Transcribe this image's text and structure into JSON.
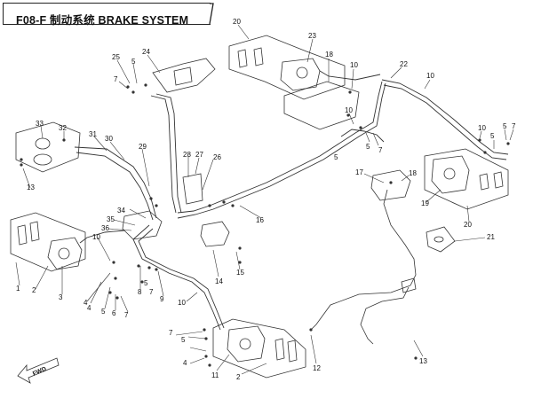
{
  "title": "F08-F 制动系统 BRAKE SYSTEM",
  "direction_label": "FWD",
  "callouts": [
    {
      "id": "c20a",
      "text": "20"
    },
    {
      "id": "c23",
      "text": "23"
    },
    {
      "id": "c18a",
      "text": "18"
    },
    {
      "id": "c10a",
      "text": "10"
    },
    {
      "id": "c22",
      "text": "22"
    },
    {
      "id": "c10b",
      "text": "10"
    },
    {
      "id": "c10c",
      "text": "10"
    },
    {
      "id": "c5a",
      "text": "5"
    },
    {
      "id": "c7a",
      "text": "7"
    },
    {
      "id": "c5b",
      "text": "5"
    },
    {
      "id": "c10d",
      "text": "10"
    },
    {
      "id": "c5c",
      "text": "5"
    },
    {
      "id": "c5d",
      "text": "5"
    },
    {
      "id": "c7b",
      "text": "7"
    },
    {
      "id": "c24",
      "text": "24"
    },
    {
      "id": "c25",
      "text": "25"
    },
    {
      "id": "c5e",
      "text": "5"
    },
    {
      "id": "c7c",
      "text": "7"
    },
    {
      "id": "c33",
      "text": "33"
    },
    {
      "id": "c32",
      "text": "32"
    },
    {
      "id": "c31",
      "text": "31"
    },
    {
      "id": "c30",
      "text": "30"
    },
    {
      "id": "c29",
      "text": "29"
    },
    {
      "id": "c13a",
      "text": "13"
    },
    {
      "id": "c28",
      "text": "28"
    },
    {
      "id": "c27",
      "text": "27"
    },
    {
      "id": "c26",
      "text": "26"
    },
    {
      "id": "c17",
      "text": "17"
    },
    {
      "id": "c18b",
      "text": "18"
    },
    {
      "id": "c19",
      "text": "19"
    },
    {
      "id": "c20b",
      "text": "20"
    },
    {
      "id": "c34",
      "text": "34"
    },
    {
      "id": "c35",
      "text": "35"
    },
    {
      "id": "c36",
      "text": "36"
    },
    {
      "id": "c16",
      "text": "16"
    },
    {
      "id": "c21",
      "text": "21"
    },
    {
      "id": "c10e",
      "text": "10"
    },
    {
      "id": "c4a",
      "text": "4"
    },
    {
      "id": "c8",
      "text": "8"
    },
    {
      "id": "c9",
      "text": "9"
    },
    {
      "id": "c14",
      "text": "14"
    },
    {
      "id": "c15",
      "text": "15"
    },
    {
      "id": "c1",
      "text": "1"
    },
    {
      "id": "c2a",
      "text": "2"
    },
    {
      "id": "c3",
      "text": "3"
    },
    {
      "id": "c4b",
      "text": "4"
    },
    {
      "id": "c5f",
      "text": "5"
    },
    {
      "id": "c6",
      "text": "6"
    },
    {
      "id": "c7d",
      "text": "7"
    },
    {
      "id": "c5g",
      "text": "5"
    },
    {
      "id": "c7e",
      "text": "7"
    },
    {
      "id": "c10f",
      "text": "10"
    },
    {
      "id": "c7f",
      "text": "7"
    },
    {
      "id": "c5h",
      "text": "5"
    },
    {
      "id": "c4c",
      "text": "4"
    },
    {
      "id": "c11",
      "text": "11"
    },
    {
      "id": "c2b",
      "text": "2"
    },
    {
      "id": "c12",
      "text": "12"
    },
    {
      "id": "c13b",
      "text": "13"
    }
  ]
}
